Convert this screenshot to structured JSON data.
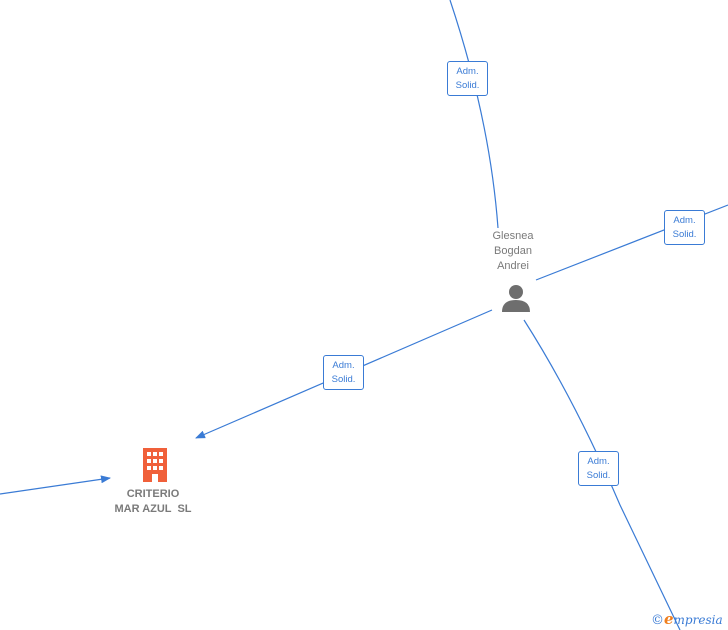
{
  "person": {
    "name_lines": [
      "Glesnea",
      "Bogdan",
      "Andrei"
    ],
    "icon": "person-icon",
    "color": "#6e6e6e"
  },
  "company": {
    "name": "CRITERIO\nMAR AZUL  SL",
    "icon": "building-icon",
    "color": "#f0603a"
  },
  "edges": [
    {
      "label_line1": "Adm.",
      "label_line2": "Solid."
    },
    {
      "label_line1": "Adm.",
      "label_line2": "Solid."
    },
    {
      "label_line1": "Adm.",
      "label_line2": "Solid."
    },
    {
      "label_line1": "Adm.",
      "label_line2": "Solid."
    }
  ],
  "brand": {
    "copyright": "©",
    "initial": "e",
    "rest": "mpresia"
  },
  "edge_color": "#3a7bd5"
}
